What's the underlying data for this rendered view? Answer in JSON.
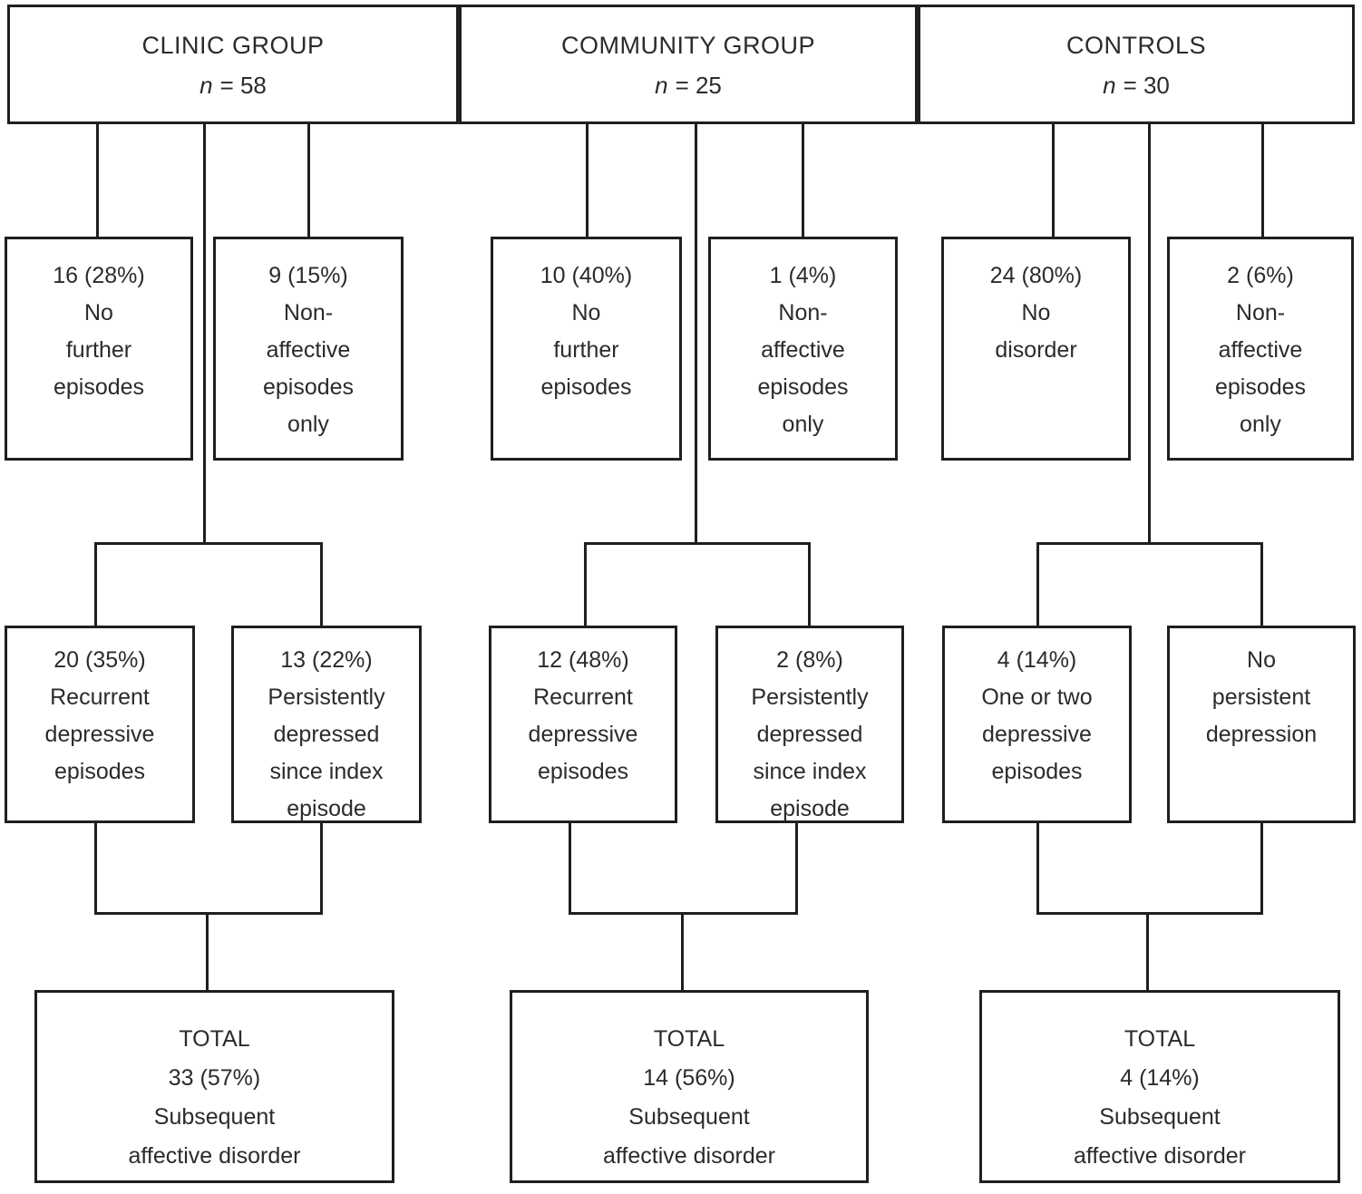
{
  "diagram": {
    "type": "flowchart",
    "description": "Follow-up outcomes flow diagram for three study groups",
    "colors": {
      "background": "#ffffff",
      "line": "#1f1f1f",
      "text": "#2b2b2b"
    }
  },
  "groups": [
    {
      "id": "clinic",
      "title": "CLINIC GROUP",
      "n_symbol": "n",
      "n_value": "= 58",
      "no_further": "16 (28%)\nNo\nfurther\nepisodes",
      "non_affective": "9 (15%)\nNon-\naffective\nepisodes\nonly",
      "recurrent": "20 (35%)\nRecurrent\ndepressive\nepisodes",
      "persistent": "13 (22%)\nPersistently\ndepressed\nsince index\nepisode",
      "total": "TOTAL\n33 (57%)\nSubsequent\naffective disorder"
    },
    {
      "id": "community",
      "title": "COMMUNITY GROUP",
      "n_symbol": "n",
      "n_value": "= 25",
      "no_further": "10 (40%)\nNo\nfurther\nepisodes",
      "non_affective": "1 (4%)\nNon-\naffective\nepisodes\nonly",
      "recurrent": "12 (48%)\nRecurrent\ndepressive\nepisodes",
      "persistent": "2 (8%)\nPersistently\ndepressed\nsince index\nepisode",
      "total": "TOTAL\n14 (56%)\nSubsequent\naffective disorder"
    },
    {
      "id": "controls",
      "title": "CONTROLS",
      "n_symbol": "n",
      "n_value": "= 30",
      "no_further": "24 (80%)\nNo\ndisorder",
      "non_affective": "2 (6%)\nNon-\naffective\nepisodes\nonly",
      "recurrent": "4 (14%)\nOne or two\ndepressive\nepisodes",
      "persistent": "No\npersistent\ndepression",
      "total": "TOTAL\n4 (14%)\nSubsequent\naffective disorder"
    }
  ]
}
